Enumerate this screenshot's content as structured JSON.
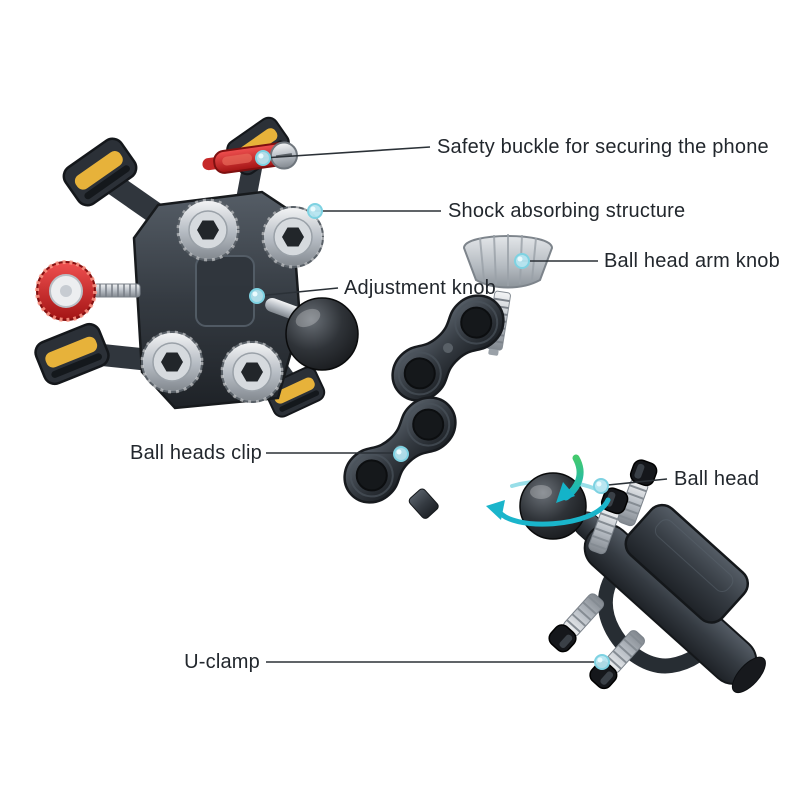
{
  "diagram": {
    "labels": [
      {
        "id": "safety-buckle",
        "text": "Safety buckle for securing the phone"
      },
      {
        "id": "shock-absorbing",
        "text": "Shock absorbing structure"
      },
      {
        "id": "ball-head-arm-knob",
        "text": "Ball head arm knob"
      },
      {
        "id": "adjustment-knob",
        "text": "Adjustment knob"
      },
      {
        "id": "ball-heads-clip",
        "text": "Ball heads clip"
      },
      {
        "id": "ball-head",
        "text": "Ball head"
      },
      {
        "id": "u-clamp",
        "text": "U-clamp"
      }
    ],
    "colors": {
      "background": "#ffffff",
      "label_text": "#22272d",
      "leader_line": "#2b3137",
      "callout_dot": "#b5e5f0",
      "accent_red": "#c62b2b",
      "pad_yellow": "#e7b23a",
      "arrow_teal": "#1ab5cb"
    },
    "parts": [
      "phone-holder-plate",
      "shock-absorber-rollers",
      "red-adjustment-dial",
      "safety-buckle",
      "ball-joint",
      "ball-heads-clip",
      "arm-knob-screw",
      "ball-head",
      "u-clamp",
      "handlebar-bolts"
    ]
  }
}
